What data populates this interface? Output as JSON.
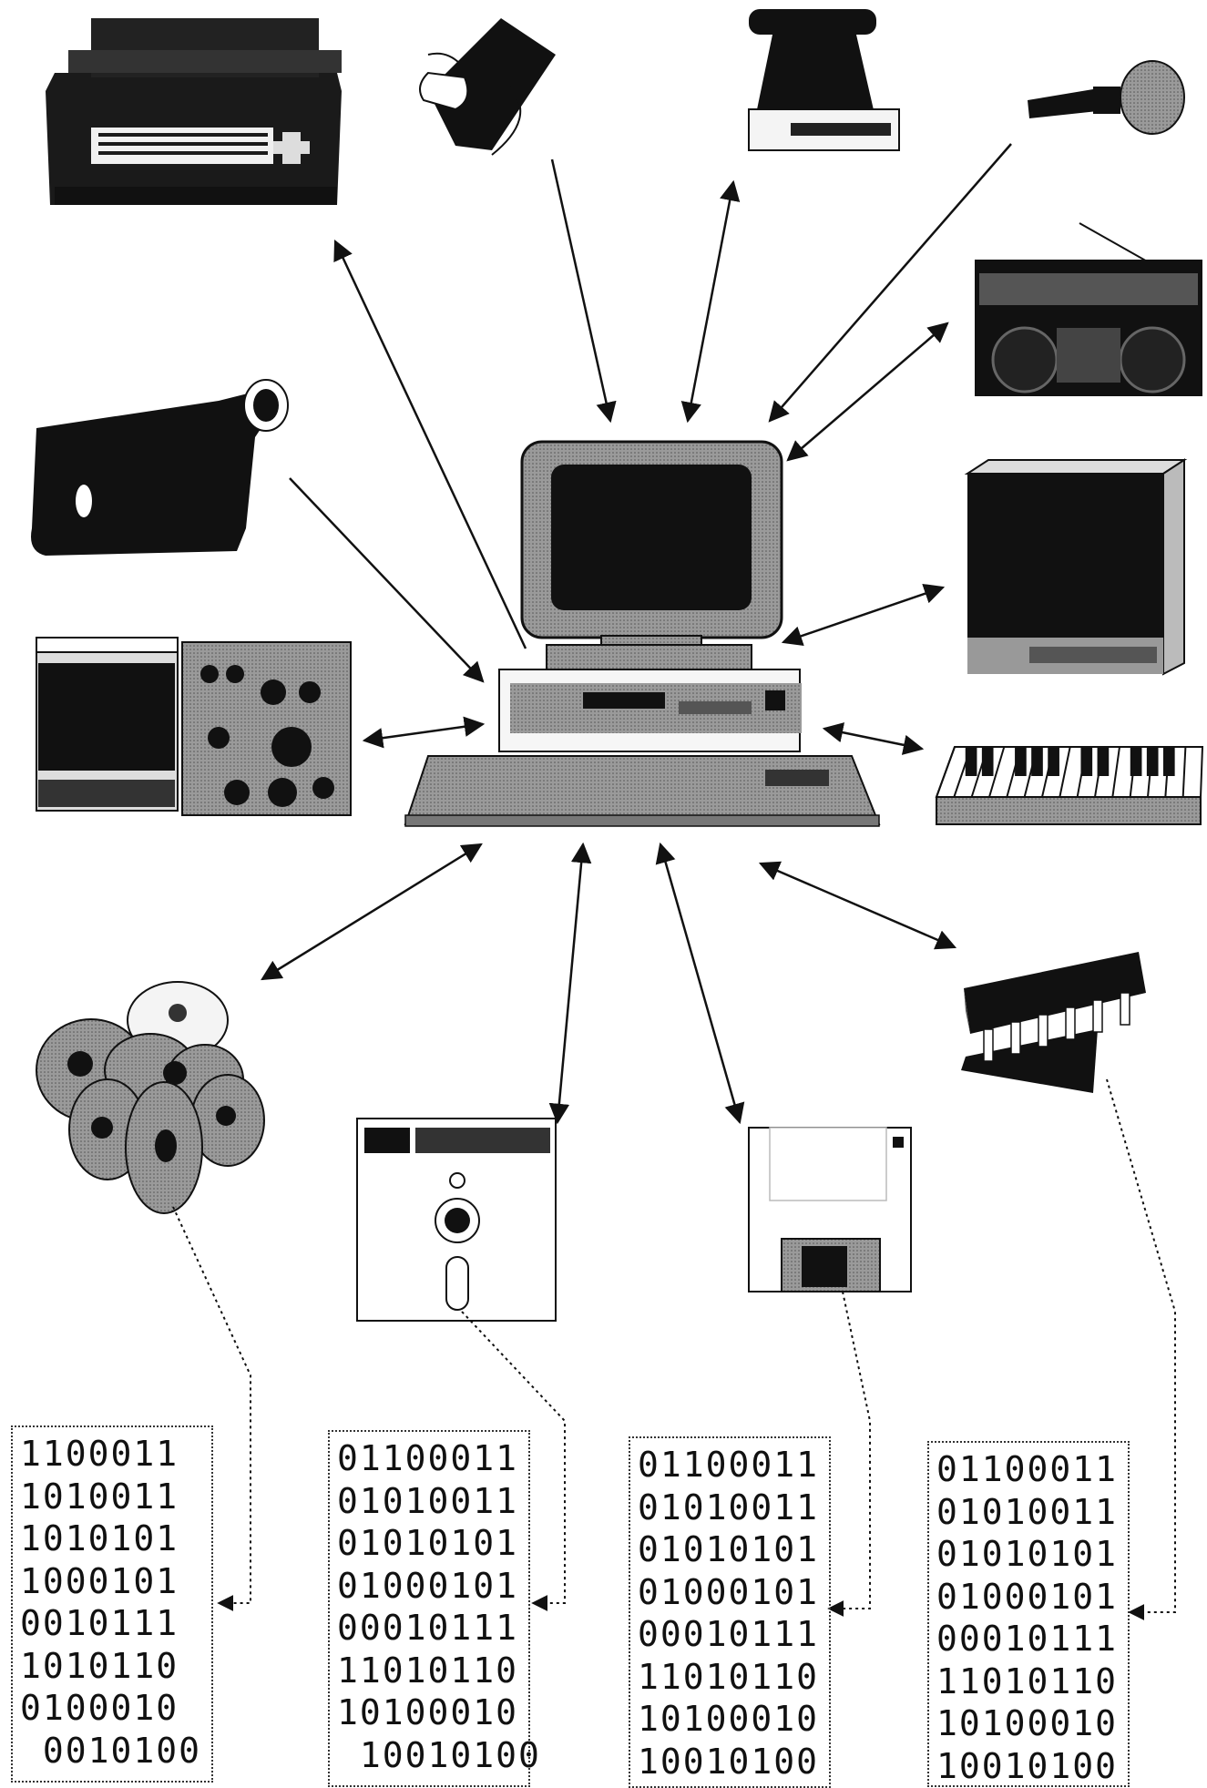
{
  "binary_codes": [
    {
      "source": "optical discs",
      "lines": [
        "1100011",
        "1010011",
        "1010101",
        "1000101",
        "0010111",
        "1010110",
        "0100010",
        " 0010100"
      ]
    },
    {
      "source": "5.25-inch floppy disk",
      "lines": [
        "01100011",
        "01010011",
        "01010101",
        "01000101",
        "00010111",
        "11010110",
        "10100010",
        " 10010100"
      ]
    },
    {
      "source": "3.5-inch floppy disk",
      "lines": [
        "01100011",
        "01010011",
        "01010101",
        "01000101",
        "00010111",
        "11010110",
        "10100010",
        "10010100"
      ]
    },
    {
      "source": "memory chip",
      "lines": [
        "01100011",
        "01010011",
        "01010101",
        "01000101",
        "00010111",
        "11010110",
        "10100010",
        "10010100"
      ]
    }
  ],
  "devices": {
    "computer": "computer-icon",
    "typewriter": "typewriter-icon",
    "handheld_scanner": "scanner-icon",
    "telephone": "telephone-icon",
    "microphone": "microphone-icon",
    "radio": "radio-icon",
    "video_camera": "video-camera-icon",
    "oscilloscope": "oscilloscope-icon",
    "speaker": "speaker-icon",
    "keyboard_instrument": "piano-keyboard-icon",
    "optical_discs": "cd-disc-icon",
    "floppy_525": "floppy-525-icon",
    "floppy_35": "floppy-35-icon",
    "memory_chip": "memory-chip-icon"
  },
  "colors": {
    "ink": "#111111",
    "screen_frame": "#8a8a8a",
    "light_gray": "#c8c8c8"
  }
}
